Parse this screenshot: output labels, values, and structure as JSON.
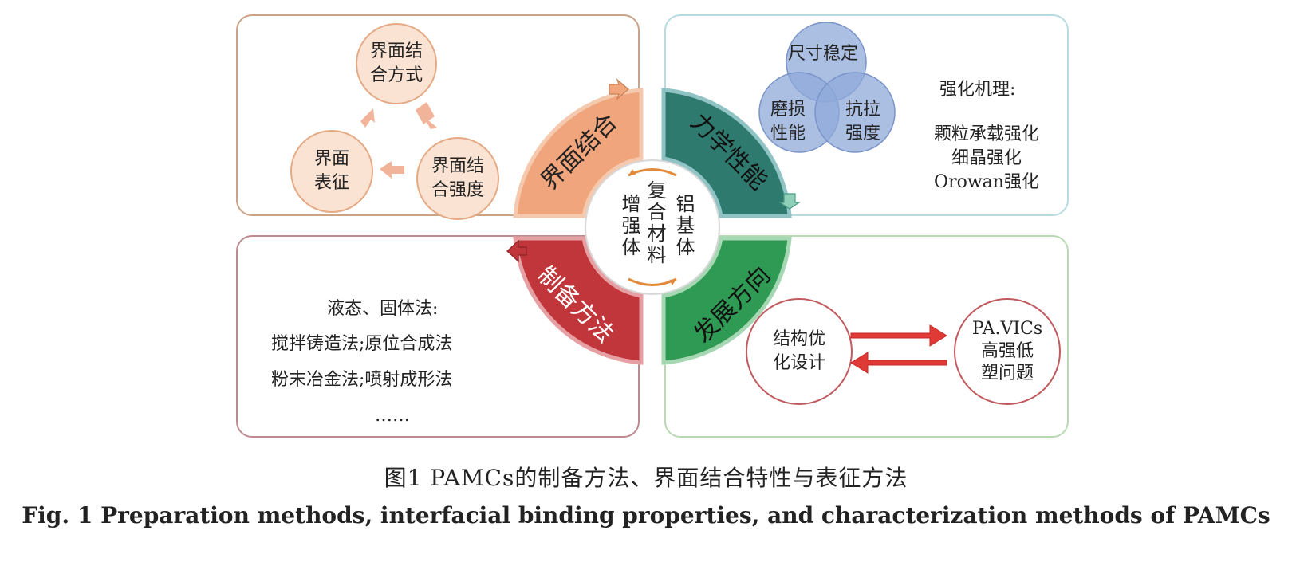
{
  "interface_panel": {
    "binding_mode": "界面结\n合方式",
    "binding_strength": "界面结\n合强度",
    "characterization": "界面\n表征"
  },
  "mechanics_panel": {
    "venn_top": "尺寸稳定",
    "venn_left": "磨损\n性能",
    "venn_right": "抗拉\n强度",
    "mechanism_title": "强化机理:",
    "mechanism_items": "颗粒承载强化\n细晶强化\nOrowan强化"
  },
  "preparation_panel": {
    "lines": [
      "液态、固体法:",
      "搅拌铸造法;原位合成法",
      "粉末冶金法;喷射成形法",
      "……"
    ]
  },
  "development_panel": {
    "left_circle": "结构优\n化设计",
    "right_circle": "PA.VICs\n高强低\n塑问题"
  },
  "quadrants": {
    "interface": "界面结合",
    "mechanics": "力学性能",
    "preparation": "制备方法",
    "development": "发展方向"
  },
  "center": {
    "col_left": "增强体",
    "col_mid": "复合材料",
    "col_right": "铝基体"
  },
  "colors": {
    "interface": "#f0a57c",
    "mechanics": "#2f7a6f",
    "preparation": "#c0363b",
    "development": "#2f9a53"
  },
  "caption": {
    "cn": "图1   PAMCs的制备方法、界面结合特性与表征方法",
    "en": "Fig. 1   Preparation methods, interfacial binding properties, and characterization methods of PAMCs"
  }
}
